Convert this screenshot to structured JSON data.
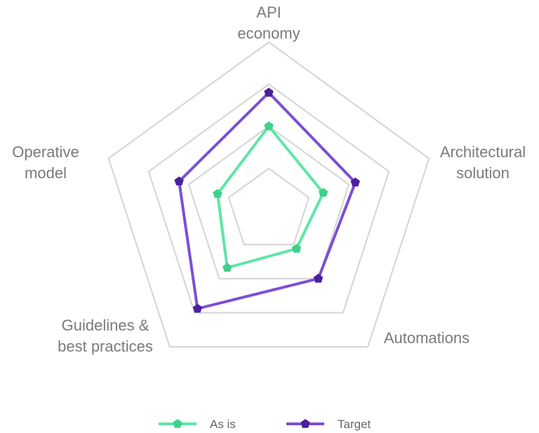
{
  "chart_data": {
    "type": "radar",
    "title": "",
    "axes": [
      {
        "lines": [
          "API",
          "economy"
        ]
      },
      {
        "lines": [
          "Architectural",
          "solution"
        ]
      },
      {
        "lines": [
          "Automations"
        ]
      },
      {
        "lines": [
          "Guidelines &",
          "best practices"
        ]
      },
      {
        "lines": [
          "Operative",
          "model"
        ]
      }
    ],
    "range": [
      0,
      5
    ],
    "grid_levels": 4,
    "grid": true,
    "legend_position": "bottom",
    "series": [
      {
        "name": "As is",
        "color": "#5ee6a6",
        "marker_color": "#3fd18c",
        "values": [
          2.5,
          1.7,
          1.4,
          2.1,
          1.6
        ]
      },
      {
        "name": "Target",
        "color": "#7b4fd6",
        "marker_color": "#4b1fa0",
        "values": [
          3.5,
          2.7,
          2.5,
          3.6,
          2.8
        ]
      }
    ]
  }
}
